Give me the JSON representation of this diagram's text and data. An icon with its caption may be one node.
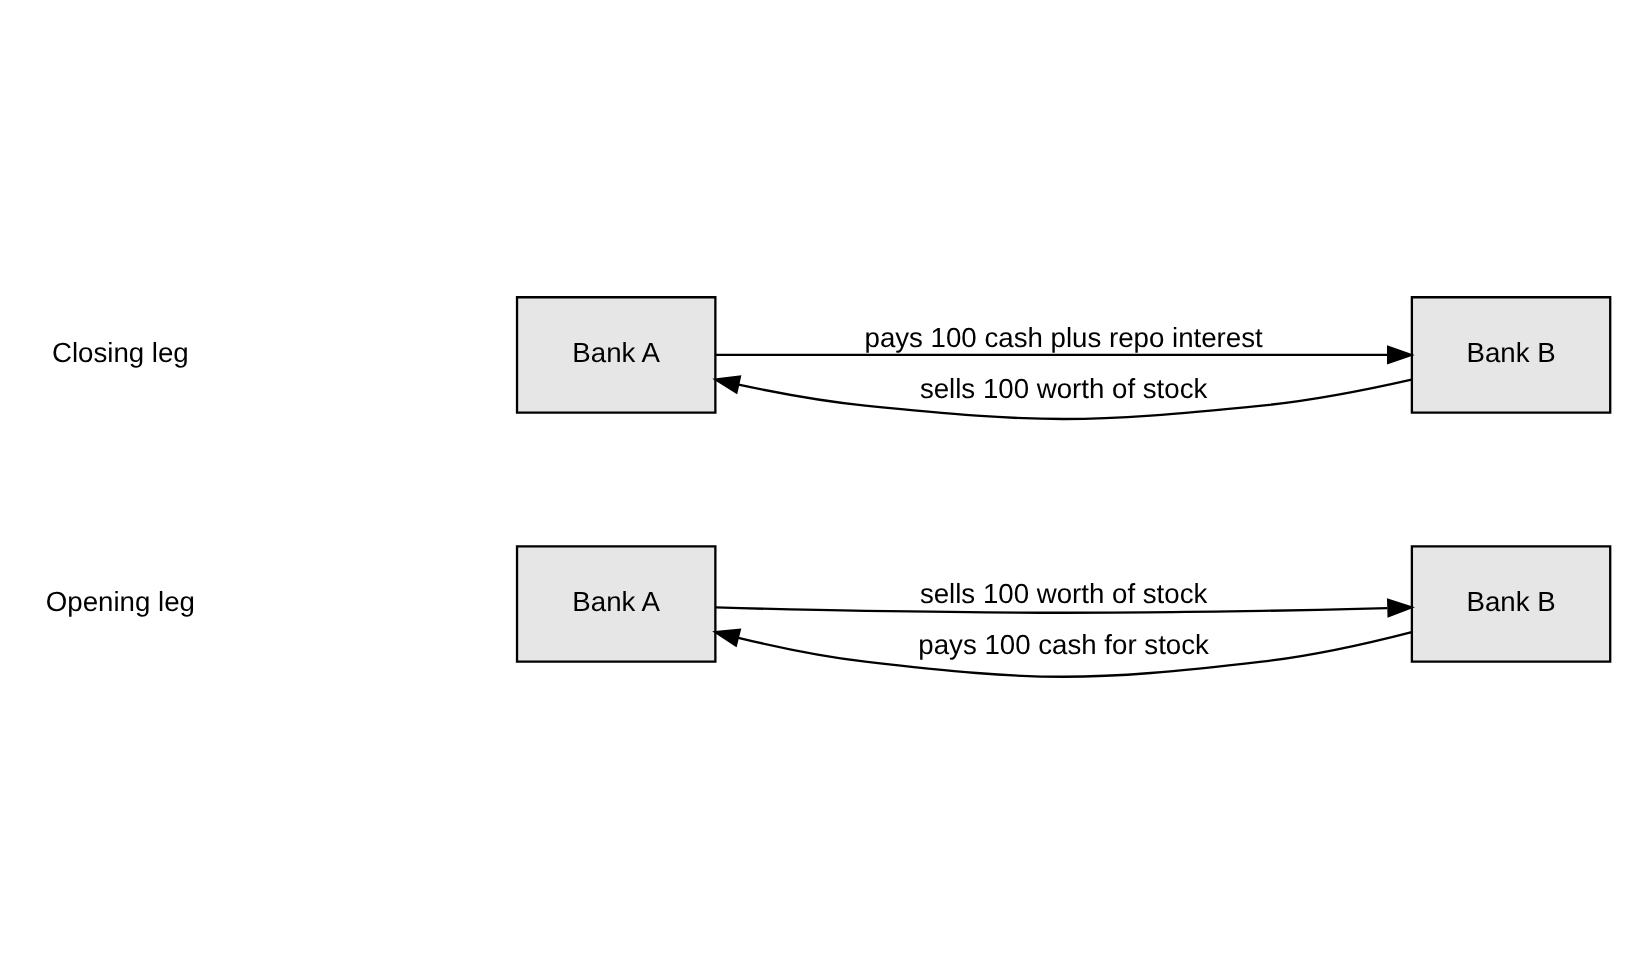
{
  "diagram": {
    "nodes": [
      {
        "text": [
          "Bank A"
        ]
      },
      {
        "text": [
          "Bank B"
        ]
      },
      {
        "text": [
          "Bank A"
        ]
      },
      {
        "text": [
          "Bank B"
        ]
      }
    ],
    "edges": [
      {
        "from": 0,
        "to": 1,
        "arrow": "to",
        "label": "sells 100 worth of stock"
      },
      {
        "from": 1,
        "to": 0,
        "arrow": "to",
        "label": "pays 100 cash for stock"
      },
      {
        "from": 2,
        "to": 3,
        "arrow": "to",
        "label": "pays 100 cash plus repo interest"
      },
      {
        "from": 3,
        "to": 2,
        "arrow": "to",
        "label": "sells 100 worth of stock"
      }
    ],
    "labels": [
      "Opening leg",
      "Closing leg"
    ]
  }
}
